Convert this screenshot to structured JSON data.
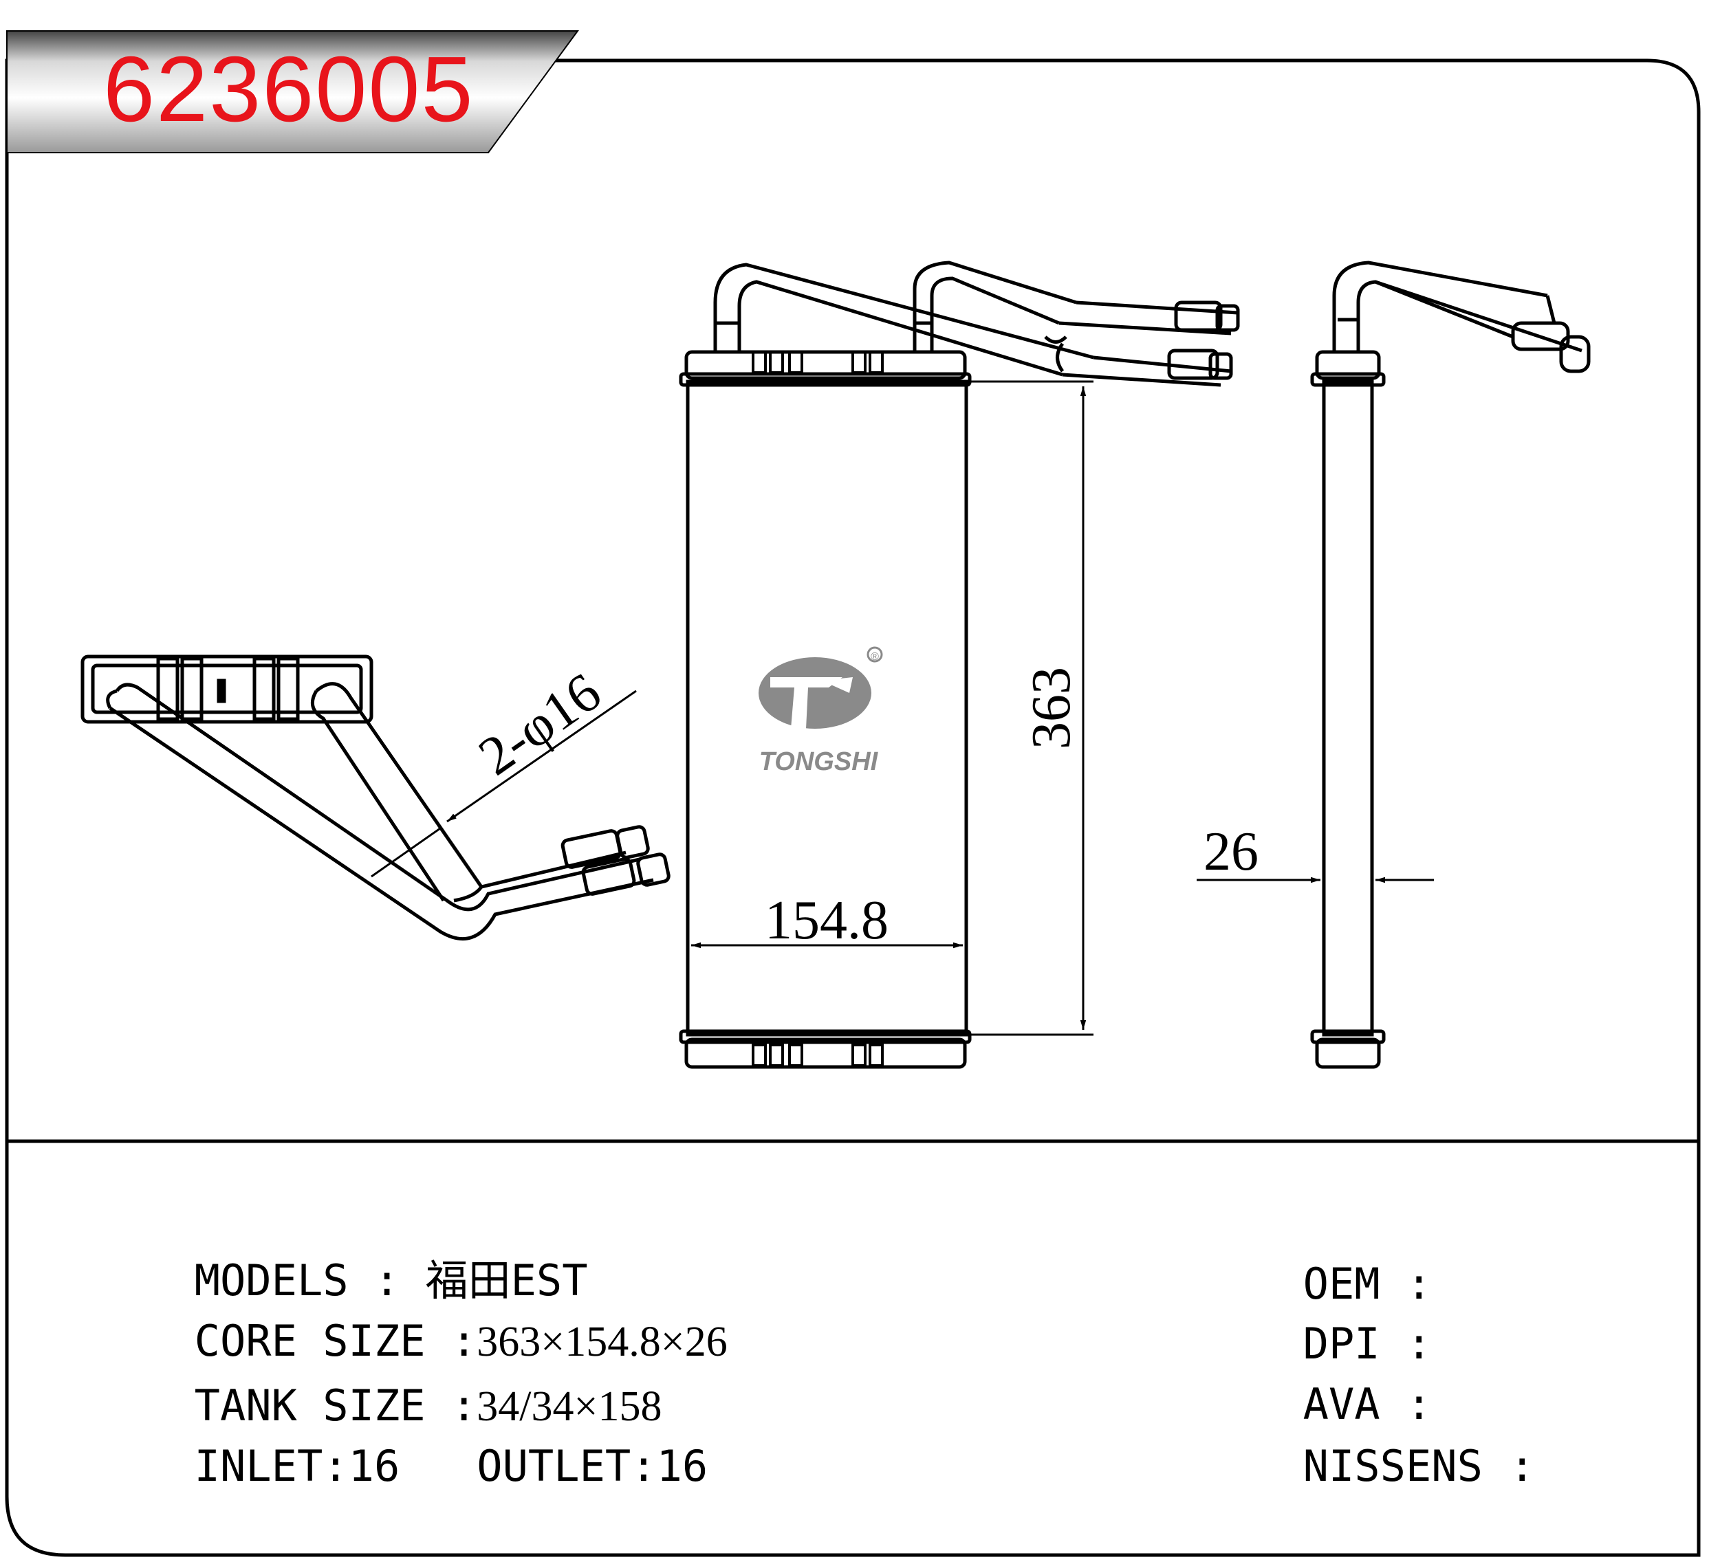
{
  "header": {
    "part_number": "6236005",
    "part_number_color": "#e8141b"
  },
  "drawing": {
    "dim_height": "363",
    "dim_width": "154.8",
    "dim_thickness": "26",
    "pipe_callout": "2-φ16",
    "logo_text": "TONGSHI",
    "logo_mark": "®"
  },
  "specs_left": {
    "models_label": "MODELS",
    "models_sep": " : ",
    "models_value": "福田EST",
    "core_label": "CORE SIZE ",
    "core_sep": ":",
    "core_value": "363×154.8×26",
    "tank_label": "TANK SIZE ",
    "tank_sep": ":",
    "tank_value": "34/34×158",
    "inlet_label": "INLET:",
    "inlet_value": "16",
    "outlet_label": "OUTLET:",
    "outlet_value": "16"
  },
  "specs_right": {
    "oem_label": "OEM",
    "oem_sep": ":",
    "dpi_label": "DPI",
    "dpi_sep": ":",
    "ava_label": "AVA",
    "ava_sep": ":",
    "nissens_label": "NISSENS",
    "nissens_sep": ":"
  }
}
